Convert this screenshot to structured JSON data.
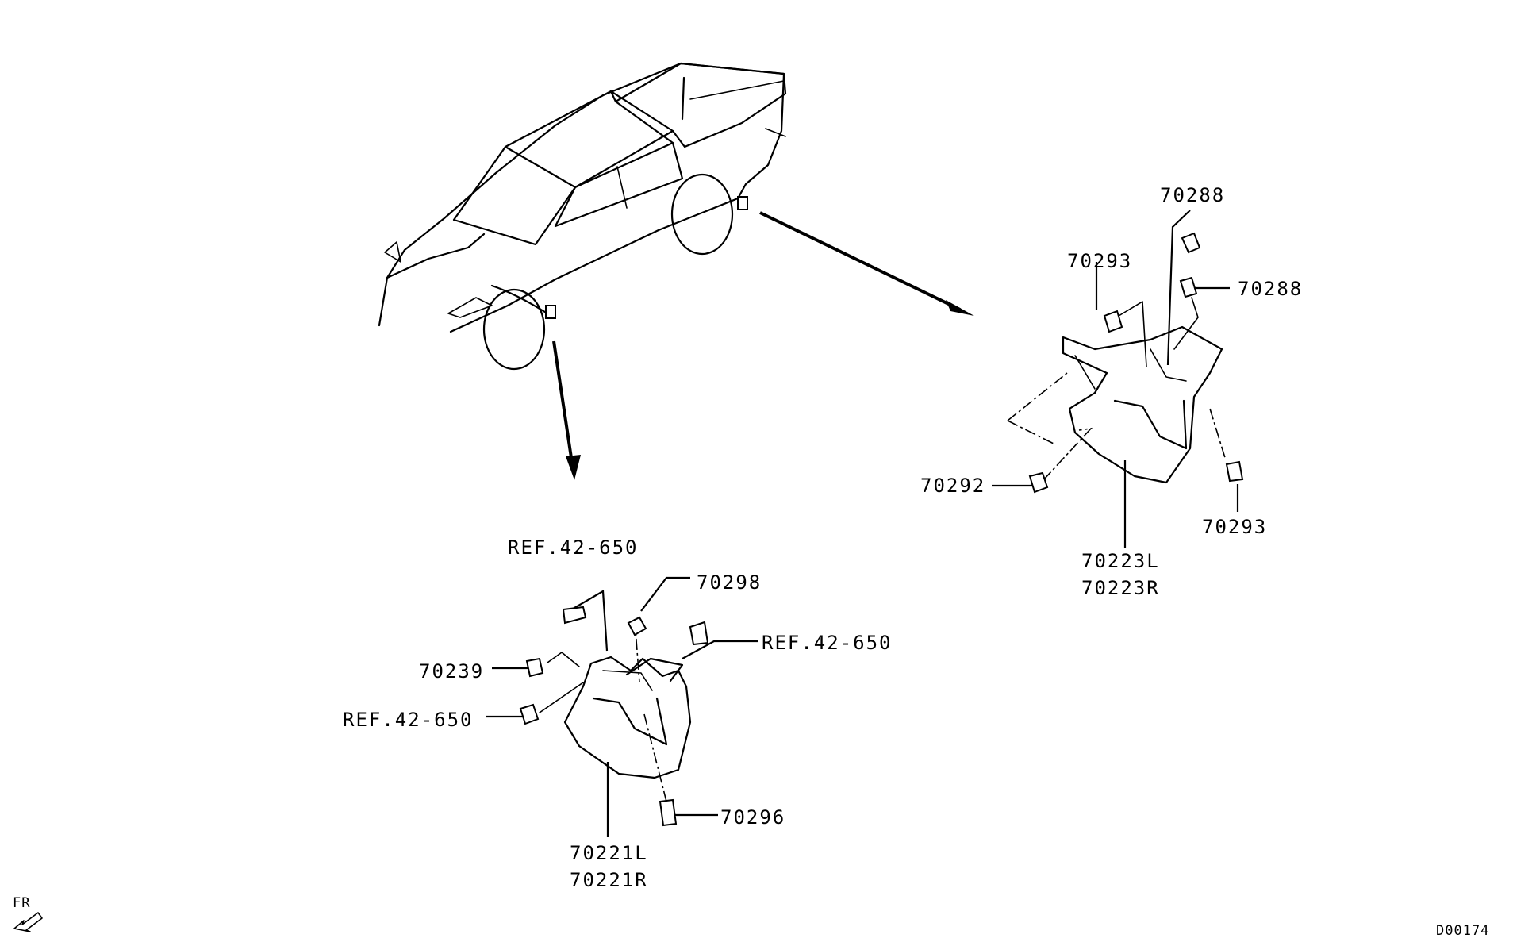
{
  "diagram": {
    "diagram_id": "D00174",
    "direction_marker": "FR",
    "callouts_front": {
      "ref_top": "REF.42-650",
      "part_70298": "70298",
      "ref_right": "REF.42-650",
      "part_70239": "70239",
      "ref_left": "REF.42-650",
      "part_70296": "70296",
      "mudguard_left": "70221L",
      "mudguard_right": "70221R"
    },
    "callouts_rear": {
      "part_70288_top": "70288",
      "part_70293_top": "70293",
      "part_70288_right": "70288",
      "part_70292": "70292",
      "part_70293_bottom": "70293",
      "mudguard_left": "70223L",
      "mudguard_right": "70223R"
    }
  }
}
